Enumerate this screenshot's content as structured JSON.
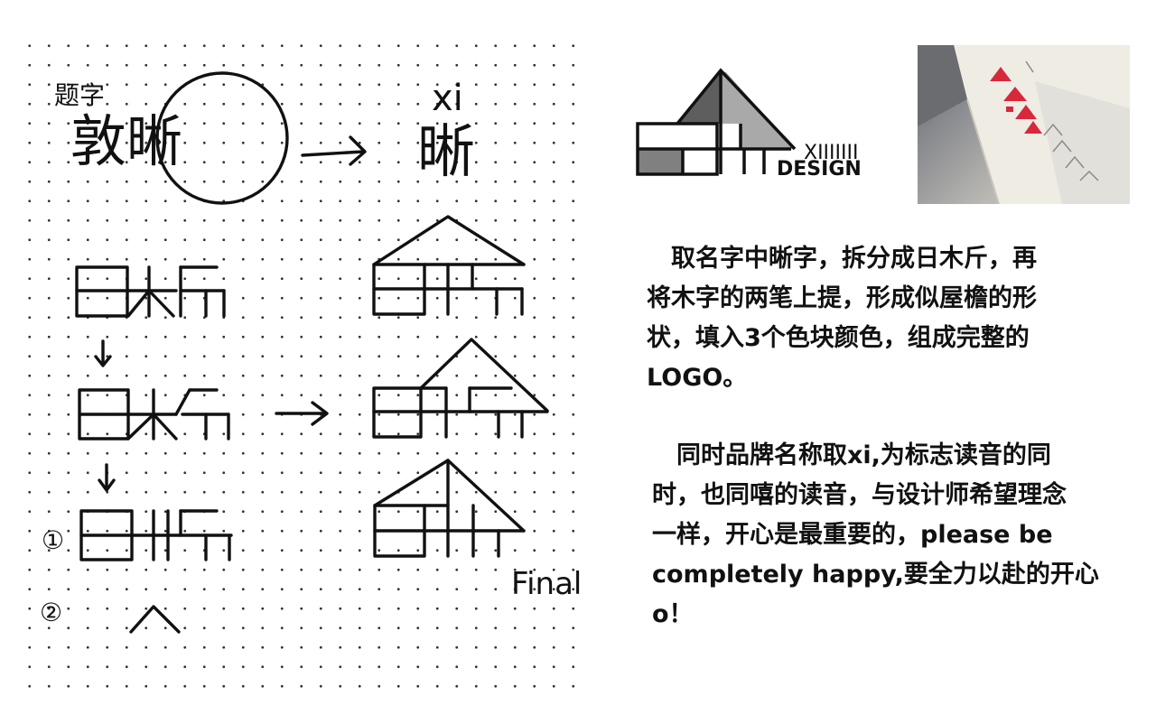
{
  "sketch": {
    "top_label": "题字",
    "top_word": "晰",
    "pinyin": "xi",
    "target_word": "晰",
    "circled_name": "敦晰",
    "step_1": "①",
    "step_2": "②",
    "final_label": "Final"
  },
  "logo": {
    "mark_text_top": "XIIIIIII",
    "mark_text_bottom": "DESIGN",
    "colors": {
      "dark_gray": "#5e5e5e",
      "light_gray": "#a9a9a9",
      "mid_gray": "#808080"
    }
  },
  "photo": {
    "subject": "sketchbook-with-logo-drafts",
    "accent_color": "#d8283c"
  },
  "description": {
    "paragraph_1": [
      "　取名字中晰字，拆分成日木斤，再",
      "将木字的两笔上提，形成似屋檐的形",
      "状，填入3个色块颜色，组成完整的",
      "LOGO。"
    ],
    "paragraph_2": [
      "　同时品牌名称取xi,为标志读音的同",
      "时，也同嘻的读音，与设计师希望理念",
      "一样，开心是最重要的，please be",
      "completely happy,要全力以赴的开心",
      "o！"
    ]
  }
}
